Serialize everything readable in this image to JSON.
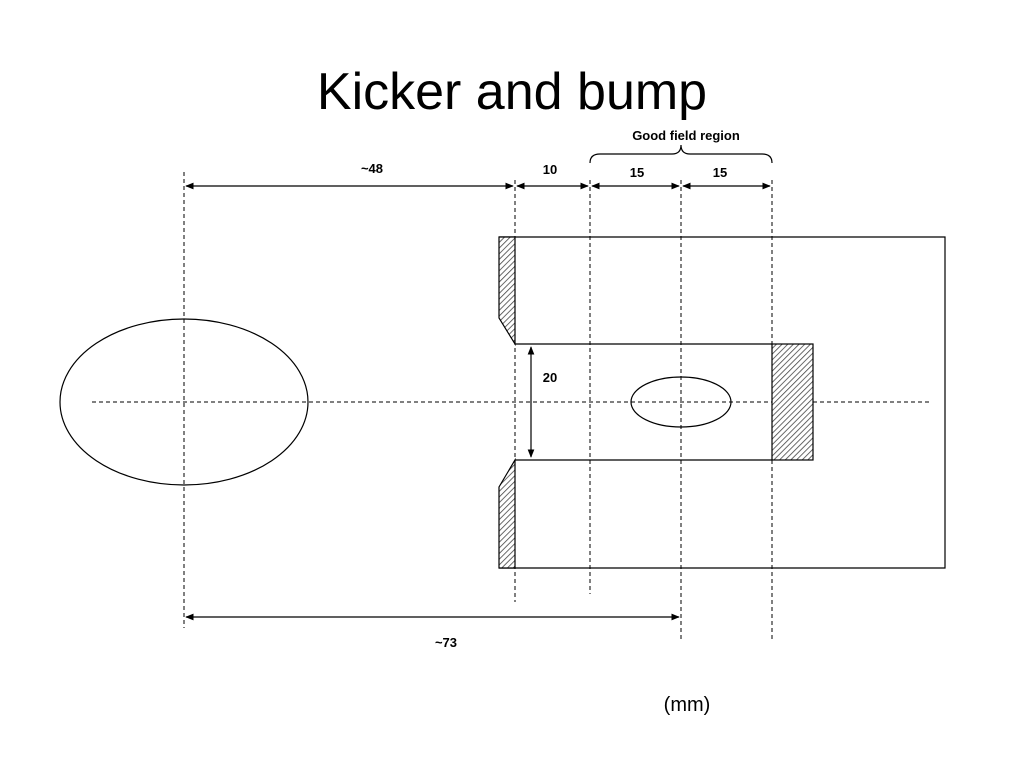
{
  "title": "Kicker and bump",
  "labels": {
    "good_field_region": "Good field region",
    "dim_48": "~48",
    "dim_10": "10",
    "dim_15_a": "15",
    "dim_15_b": "15",
    "dim_20": "20",
    "dim_73": "~73",
    "units": "(mm)"
  }
}
